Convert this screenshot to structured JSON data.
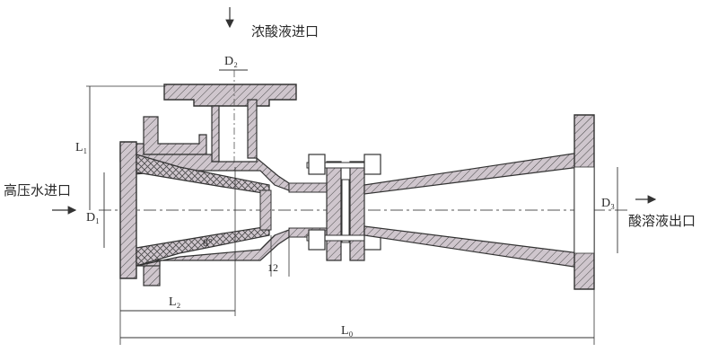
{
  "labels": {
    "inlet_concentrated_acid": "浓酸液进口",
    "inlet_high_pressure_water": "高压水进口",
    "outlet_acid_solution": "酸溶液出口"
  },
  "dimensions": {
    "d2": "D₂",
    "l1": "L₁",
    "d1": "D₁",
    "d3": "D₃",
    "l2": "L₂",
    "l0": "L₀",
    "gap": "12",
    "angle": "8°"
  },
  "colors": {
    "line": "#3a3a3a",
    "wall_fill": "#c9bfc7",
    "background": "#ffffff"
  }
}
